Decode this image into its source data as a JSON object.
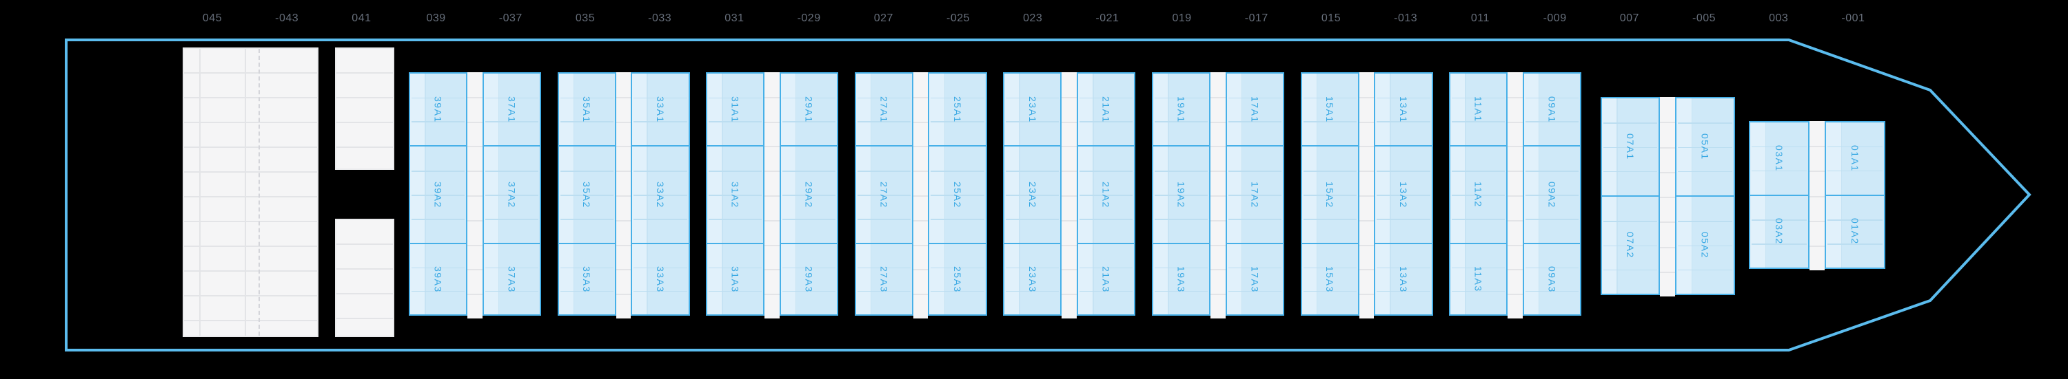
{
  "scale": {
    "labels": [
      "045",
      "-043",
      "041",
      "039",
      "-037",
      "035",
      "-033",
      "031",
      "-029",
      "027",
      "-025",
      "023",
      "-021",
      "019",
      "-017",
      "015",
      "-013",
      "011",
      "-009",
      "007",
      "-005",
      "003",
      "-001"
    ]
  },
  "bays": [
    {
      "kind": "main",
      "columns": [
        {
          "cells": [
            "39A1",
            "39A2",
            "39A3"
          ]
        },
        {
          "cells": [
            "37A1",
            "37A2",
            "37A3"
          ]
        }
      ]
    },
    {
      "kind": "main",
      "columns": [
        {
          "cells": [
            "35A1",
            "35A2",
            "35A3"
          ]
        },
        {
          "cells": [
            "33A1",
            "33A2",
            "33A3"
          ]
        }
      ]
    },
    {
      "kind": "main",
      "columns": [
        {
          "cells": [
            "31A1",
            "31A2",
            "31A3"
          ]
        },
        {
          "cells": [
            "29A1",
            "29A2",
            "29A3"
          ]
        }
      ]
    },
    {
      "kind": "main",
      "columns": [
        {
          "cells": [
            "27A1",
            "27A2",
            "27A3"
          ]
        },
        {
          "cells": [
            "25A1",
            "25A2",
            "25A3"
          ]
        }
      ]
    },
    {
      "kind": "main",
      "columns": [
        {
          "cells": [
            "23A1",
            "23A2",
            "23A3"
          ]
        },
        {
          "cells": [
            "21A1",
            "21A2",
            "21A3"
          ]
        }
      ]
    },
    {
      "kind": "main",
      "columns": [
        {
          "cells": [
            "19A1",
            "19A2",
            "19A3"
          ]
        },
        {
          "cells": [
            "17A1",
            "17A2",
            "17A3"
          ]
        }
      ]
    },
    {
      "kind": "main",
      "columns": [
        {
          "cells": [
            "15A1",
            "15A2",
            "15A3"
          ]
        },
        {
          "cells": [
            "13A1",
            "13A2",
            "13A3"
          ]
        }
      ]
    },
    {
      "kind": "main",
      "columns": [
        {
          "cells": [
            "11A1",
            "11A2",
            "11A3"
          ]
        },
        {
          "cells": [
            "09A1",
            "09A2",
            "09A3"
          ]
        }
      ]
    },
    {
      "kind": "mid",
      "columns": [
        {
          "cells": [
            "07A1",
            "07A2"
          ]
        },
        {
          "cells": [
            "05A1",
            "05A2"
          ]
        }
      ]
    },
    {
      "kind": "fore",
      "columns": [
        {
          "cells": [
            "03A1",
            "03A2"
          ]
        },
        {
          "cells": [
            "01A1",
            "01A2"
          ]
        }
      ]
    }
  ],
  "colors": {
    "background": "#000000",
    "hull_outline": "#5bbcee",
    "cell_fill": "#cfe9f8",
    "cell_border": "#47b0e8",
    "cell_label": "#38a8e3",
    "cell_grid_line": "#bcdef1",
    "scale_text": "#666e7a",
    "panel_fill": "#f5f5f6",
    "panel_line": "#e3e4e7"
  }
}
